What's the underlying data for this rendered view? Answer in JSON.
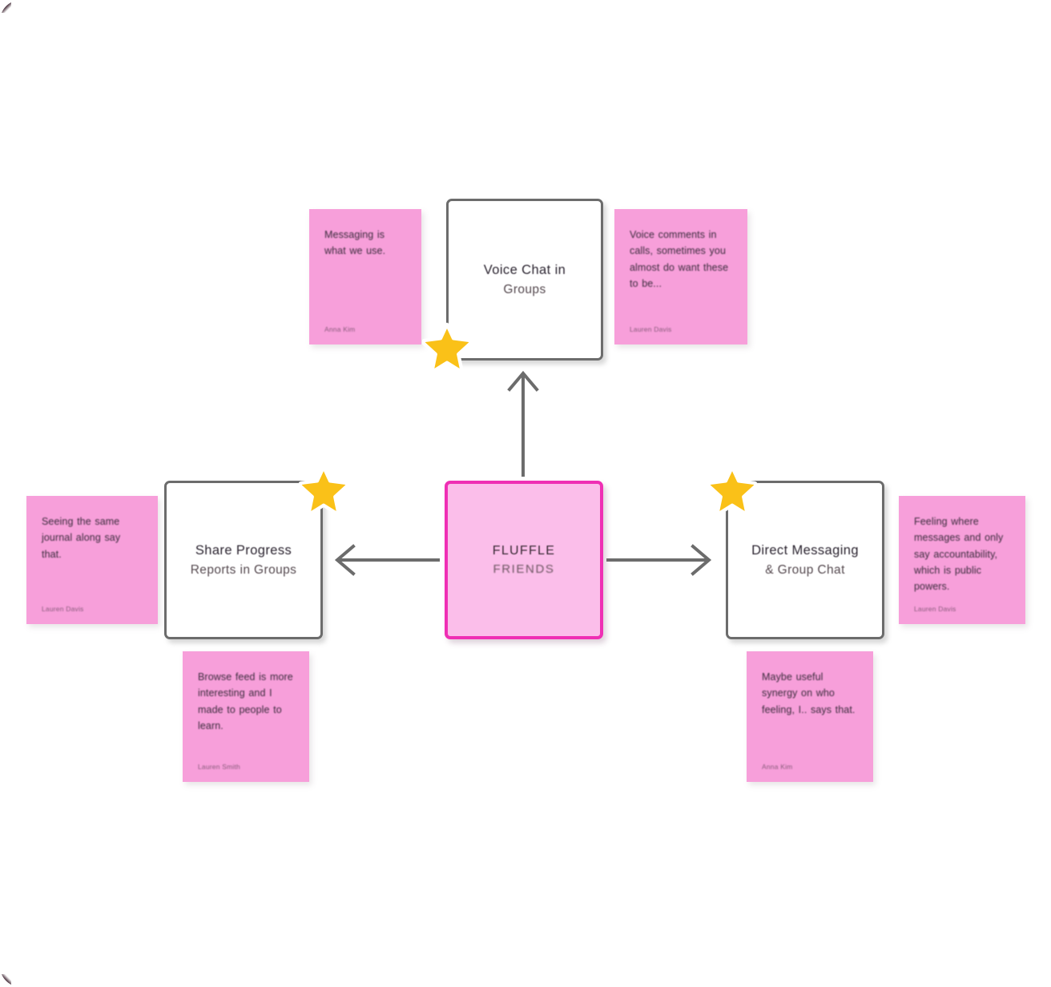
{
  "canvas": {
    "background": "#ffffff",
    "accent_pink": "#EF2FB4",
    "node_fill": "#FBBEEA",
    "sticky_color": "#F79FDA",
    "border_gray": "#6c6c6c",
    "star_color": "#FAC118"
  },
  "nodes": [
    {
      "id": "voice-chat",
      "title": "Voice Chat in",
      "subtitle": "Groups"
    },
    {
      "id": "share-progress",
      "title": "Share Progress",
      "subtitle": "Reports in Groups"
    },
    {
      "id": "fluffle-friends",
      "title": "FLUFFLE",
      "subtitle": "FRIENDS"
    },
    {
      "id": "direct-messaging",
      "title": "Direct Messaging",
      "subtitle": "& Group Chat"
    }
  ],
  "sticky_notes": [
    {
      "id": "note-voice-left",
      "text": "Messaging is what we use.",
      "author": "Anna Kim"
    },
    {
      "id": "note-voice-right",
      "text": "Voice comments in calls, sometimes you almost do want these to be...",
      "author": "Lauren Davis"
    },
    {
      "id": "note-share-left",
      "text": "Seeing the same journal along say that.",
      "author": "Lauren Davis"
    },
    {
      "id": "note-share-below",
      "text": "Browse feed is more interesting and I made to people to learn.",
      "author": "Lauren Smith"
    },
    {
      "id": "note-dm-right",
      "text": "Feeling where messages and only say accountability, which is public powers.",
      "author": "Lauren Davis"
    },
    {
      "id": "note-dm-below",
      "text": "Maybe useful synergy on who feeling, I.. says that.",
      "author": "Anna Kim"
    }
  ],
  "stars": [
    {
      "id": "star-voice-chat"
    },
    {
      "id": "star-share-progress"
    },
    {
      "id": "star-direct-messaging"
    }
  ],
  "arrows": [
    {
      "id": "arrow-center-to-voice",
      "direction": "up"
    },
    {
      "id": "arrow-center-to-share",
      "direction": "left"
    },
    {
      "id": "arrow-center-to-dm",
      "direction": "right"
    }
  ],
  "diagram_meta": {
    "type": "mindmap",
    "center": "FLUFFLE FRIENDS",
    "branches": [
      "Voice Chat in Groups",
      "Share Progress Reports in Groups",
      "Direct Messaging & Group Chat"
    ]
  }
}
